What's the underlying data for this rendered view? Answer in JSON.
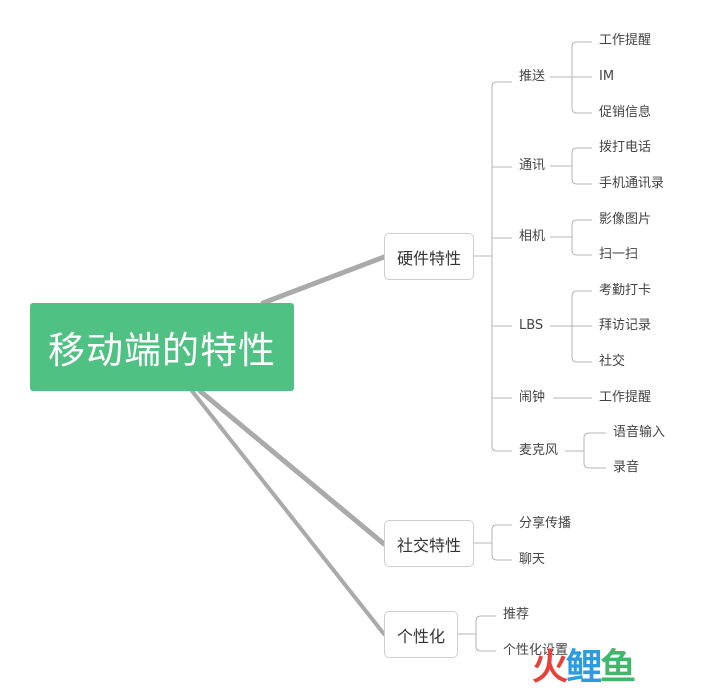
{
  "root": {
    "label": "移动端的特性"
  },
  "branches": [
    {
      "label": "硬件特性",
      "children": [
        {
          "label": "推送",
          "children": [
            "工作提醒",
            "IM",
            "促销信息"
          ]
        },
        {
          "label": "通讯",
          "children": [
            "拨打电话",
            "手机通讯录"
          ]
        },
        {
          "label": "相机",
          "children": [
            "影像图片",
            "扫一扫"
          ]
        },
        {
          "label": "LBS",
          "children": [
            "考勤打卡",
            "拜访记录",
            "社交"
          ]
        },
        {
          "label": "闹钟",
          "children": [
            "工作提醒"
          ]
        },
        {
          "label": "麦克风",
          "children": [
            "语音输入",
            "录音"
          ]
        }
      ]
    },
    {
      "label": "社交特性",
      "children": [
        {
          "label": "分享传播"
        },
        {
          "label": "聊天"
        }
      ]
    },
    {
      "label": "个性化",
      "children": [
        {
          "label": "推荐"
        },
        {
          "label": "个性化设置"
        }
      ]
    }
  ],
  "watermark": {
    "char1": "火",
    "char2": "鲤",
    "char3": "鱼"
  },
  "colors": {
    "root_fill": "#4fc183",
    "connector": "#aaaaaa",
    "border": "#cfcfcf"
  }
}
